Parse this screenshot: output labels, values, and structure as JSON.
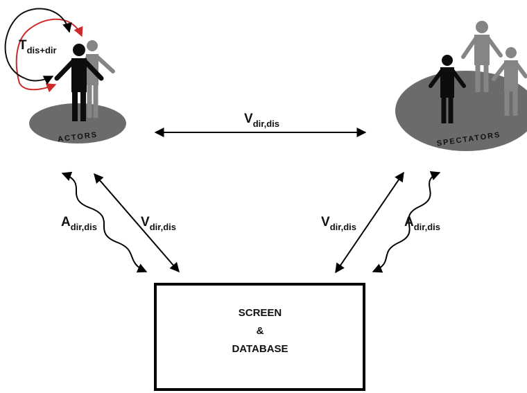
{
  "actors": {
    "platform_label": "ACTORS"
  },
  "spectators": {
    "platform_label": "SPECTATORS"
  },
  "screen_box": {
    "line1": "SCREEN",
    "line2": "&",
    "line3": "DATABASE"
  },
  "labels": {
    "loop": {
      "main": "T",
      "sub": "dis+dir"
    },
    "top_vision": {
      "main": "V",
      "sub": "dir,dis"
    },
    "left_audio": {
      "main": "A",
      "sub": "dir,dis"
    },
    "left_vision": {
      "main": "V",
      "sub": "dir,dis"
    },
    "right_vision": {
      "main": "V",
      "sub": "dir,dis"
    },
    "right_audio": {
      "main": "A",
      "sub": "dir,dis"
    }
  },
  "colors": {
    "arrow": "#000000",
    "loop_accent": "#cc2a2a",
    "platform": "#6b6b6b",
    "figure_front": "#0d0d0d",
    "figure_back": "#858585"
  }
}
